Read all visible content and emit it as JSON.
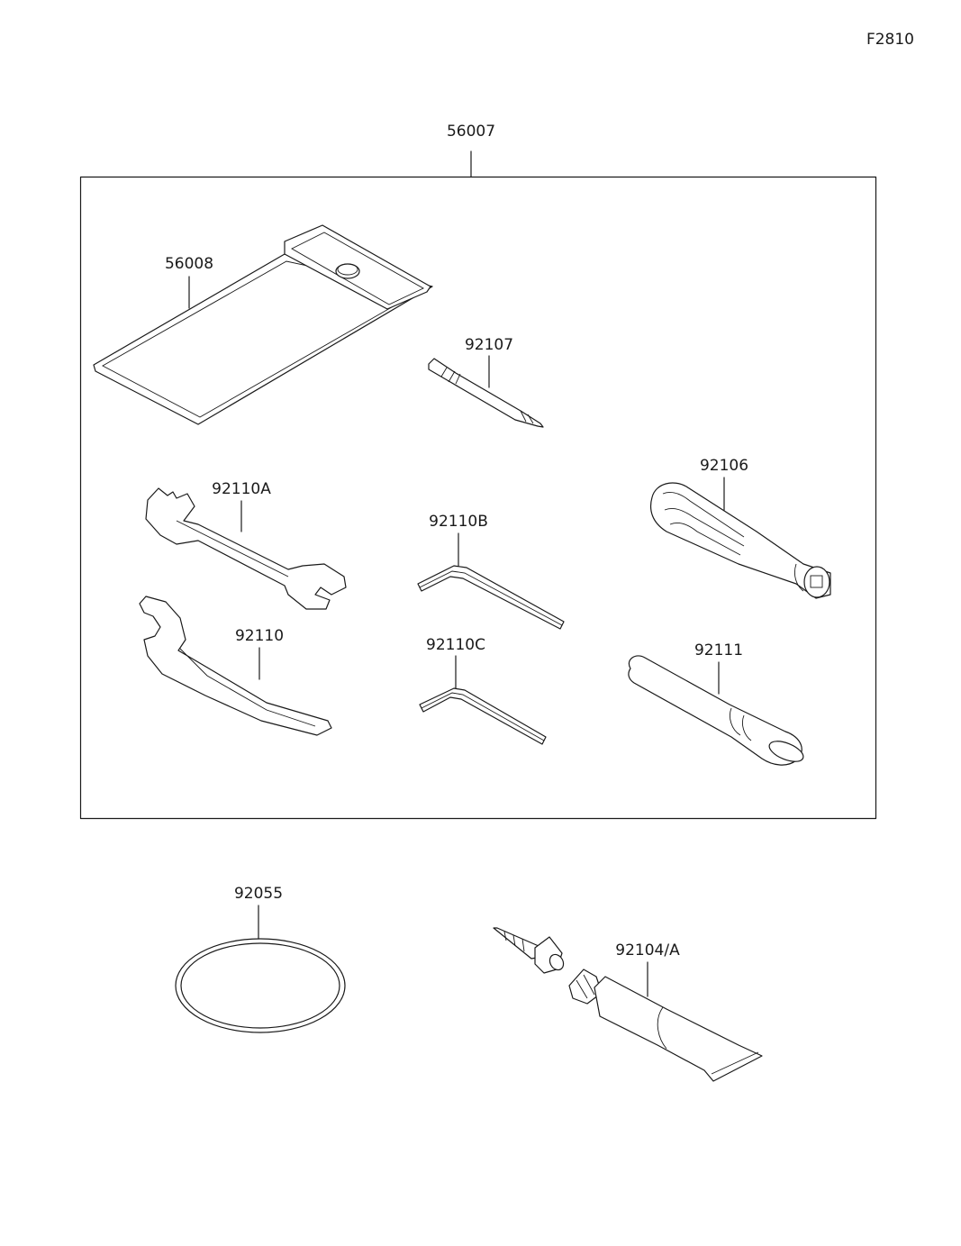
{
  "page_id": "F2810",
  "colors": {
    "line": "#1a1a1a",
    "background": "#ffffff"
  },
  "parts": {
    "p56007": "56007",
    "p56008": "56008",
    "p92107": "92107",
    "p92106": "92106",
    "p92110A": "92110A",
    "p92110B": "92110B",
    "p92110": "92110",
    "p92110C": "92110C",
    "p92111": "92111",
    "p92055": "92055",
    "p92104A": "92104/A"
  }
}
